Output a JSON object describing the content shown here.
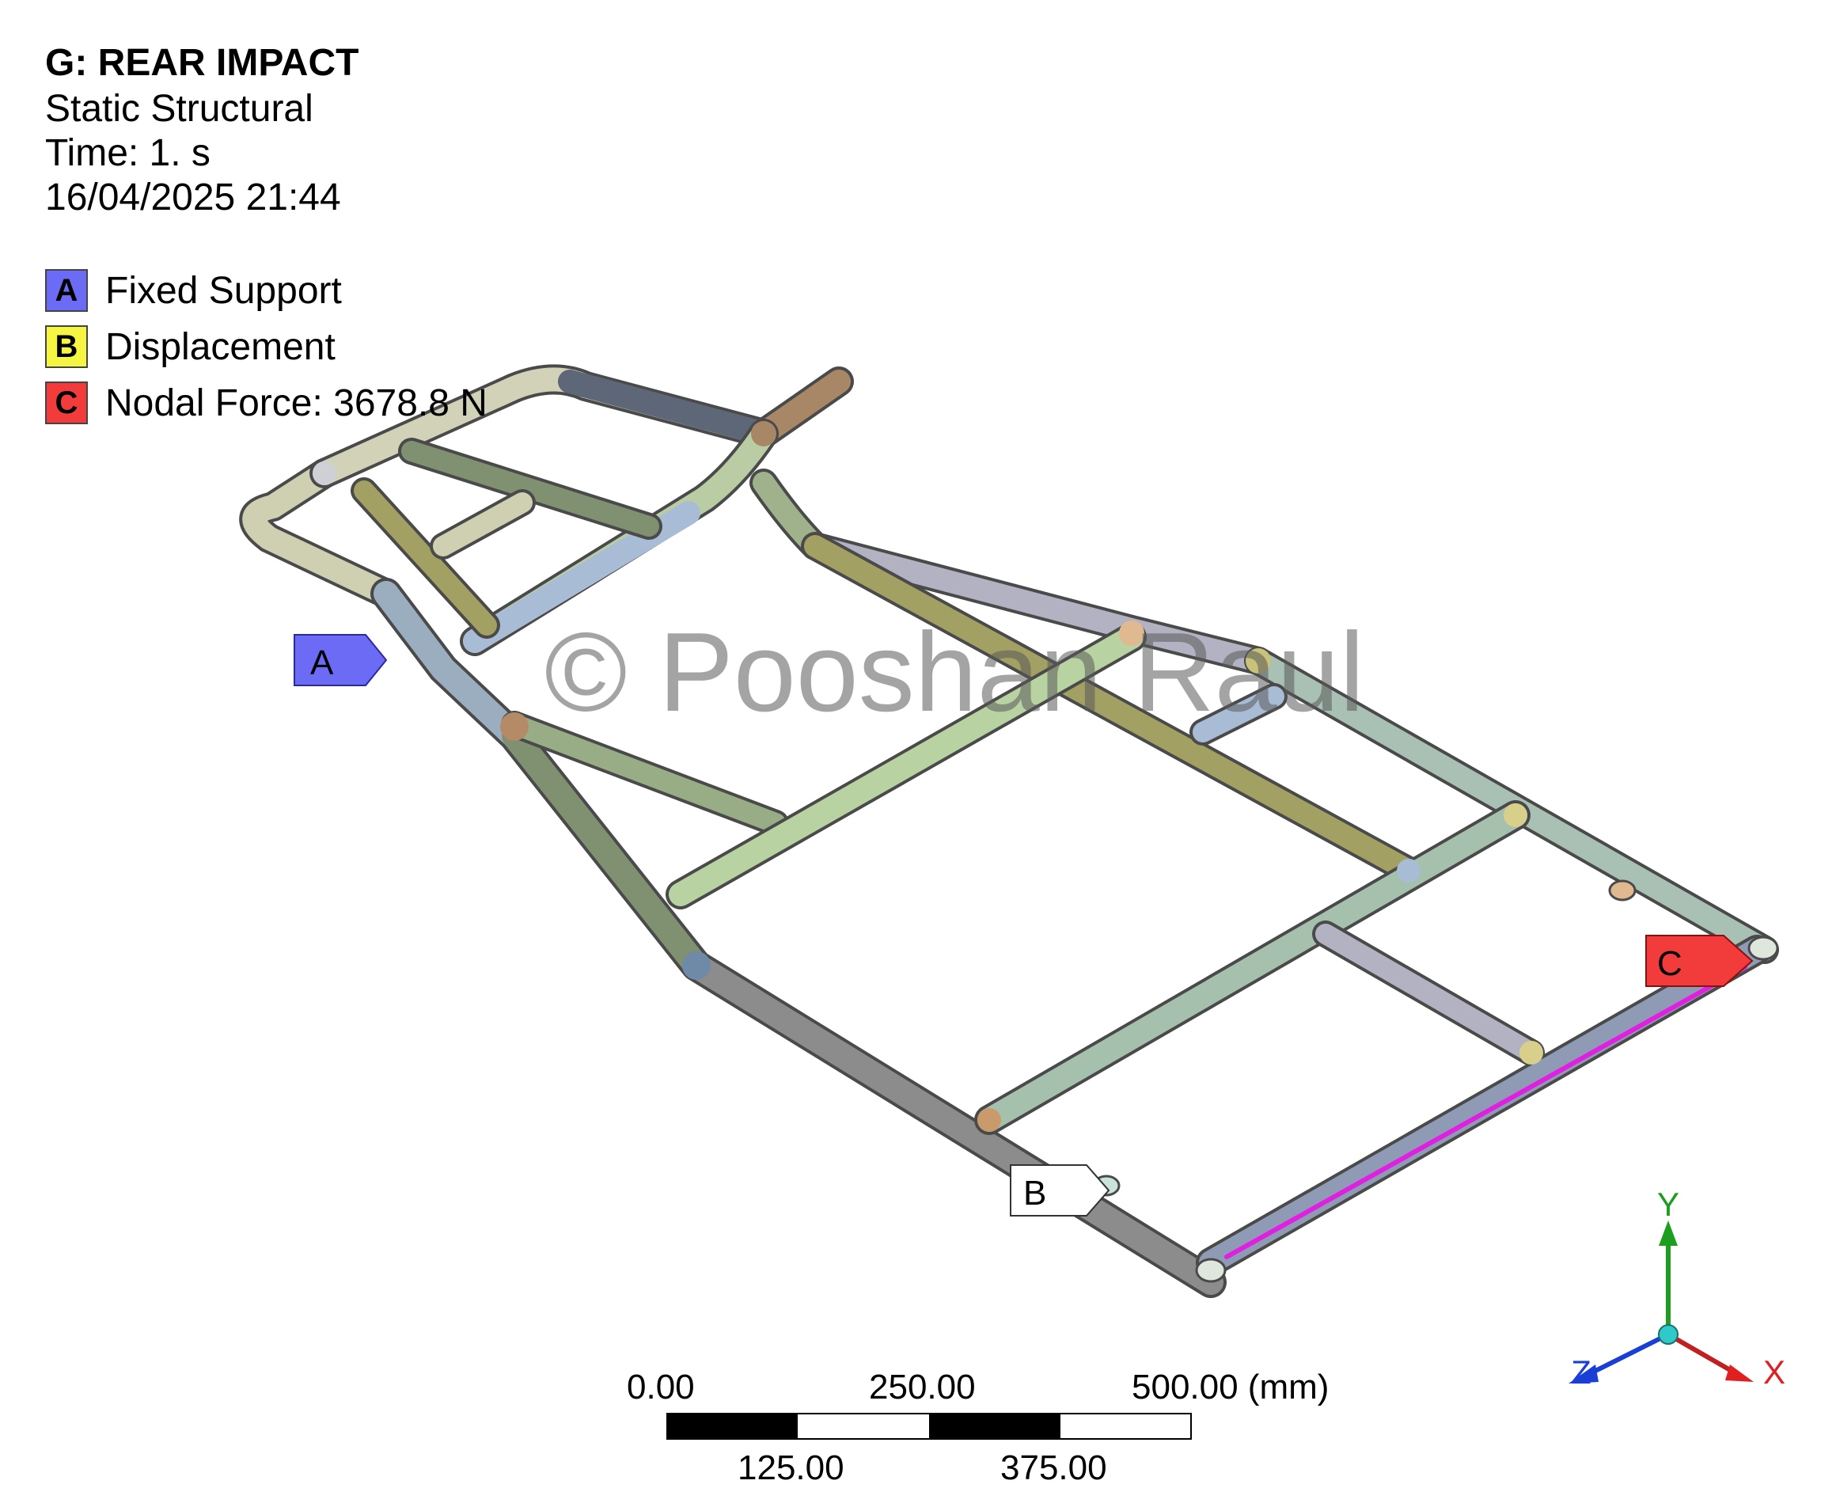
{
  "header": {
    "title": "G: REAR IMPACT",
    "analysis_type": "Static Structural",
    "time": "Time: 1. s",
    "timestamp": "16/04/2025 21:44"
  },
  "legend": [
    {
      "key": "A",
      "label": "Fixed Support",
      "color": "#6b6bf5"
    },
    {
      "key": "B",
      "label": "Displacement",
      "color": "#f5f542"
    },
    {
      "key": "C",
      "label": "Nodal Force: 3678.8 N",
      "color": "#f23b3b"
    }
  ],
  "markers": {
    "a": "A",
    "b": "B",
    "c": "C"
  },
  "watermark": "© Pooshan Raul",
  "scale_bar": {
    "top_labels": [
      "0.00",
      "250.00",
      "500.00 (mm)"
    ],
    "bottom_labels": [
      "125.00",
      "375.00"
    ]
  },
  "triad": {
    "x": "X",
    "y": "Y",
    "z": "Z",
    "x_color": "#e02020",
    "y_color": "#1e9e1e",
    "z_color": "#1a3fd6"
  },
  "colors": {
    "force_edge": "#e020e0",
    "fixed": "#6b6bf5",
    "force": "#f23b3b"
  }
}
